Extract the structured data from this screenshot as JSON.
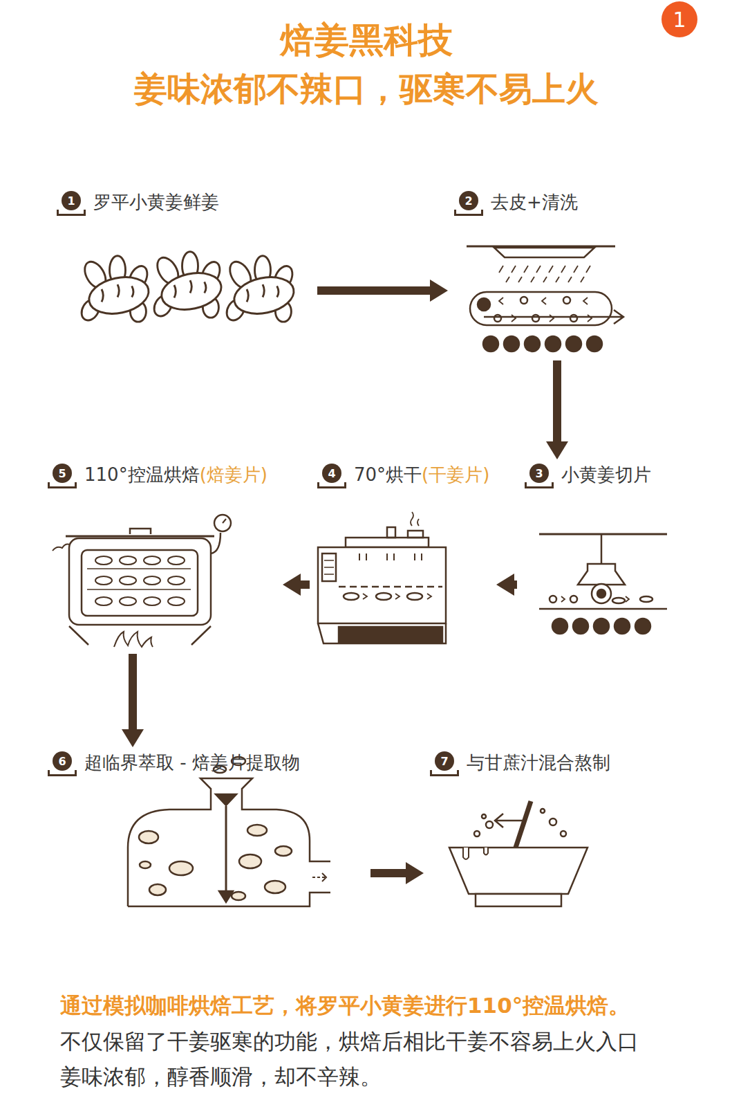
{
  "diagram": {
    "title": "焙姜黑科技",
    "caption": "通过模拟咖啡烘焙工艺，将罗平小黄姜进行110°控温烘焙。",
    "nodes": [
      {
        "text": [
          "1",
          "罗平小黄姜鲜姜"
        ]
      },
      {
        "text": [
          "2",
          "去皮+清洗"
        ]
      },
      {
        "text": [
          "3",
          "小黄姜切片"
        ]
      },
      {
        "text": [
          "4",
          "70°烘干",
          "(干姜片)"
        ]
      },
      {
        "text": [
          "5",
          "110°控温烘焙",
          "(焙姜片)"
        ]
      },
      {
        "text": [
          "6",
          "超临界萃取 - 焙姜片提取物"
        ]
      },
      {
        "text": [
          "7",
          "与甘蔗汁混合熬制"
        ]
      }
    ],
    "edges": [
      {
        "from": 0,
        "to": 1,
        "arrow": "to"
      },
      {
        "from": 1,
        "to": 2,
        "arrow": "to"
      },
      {
        "from": 2,
        "to": 3,
        "arrow": "to"
      },
      {
        "from": 3,
        "to": 4,
        "arrow": "to"
      },
      {
        "from": 4,
        "to": 5,
        "arrow": "to"
      },
      {
        "from": 5,
        "to": 6,
        "arrow": "to"
      }
    ],
    "labels": [
      "1",
      "姜味浓郁不辣口，驱寒不易上火",
      "不仅保留了干姜驱寒的功能，烘焙后相比干姜不容易上火入口姜味浓郁，醇香顺滑，却不辛辣。"
    ]
  }
}
